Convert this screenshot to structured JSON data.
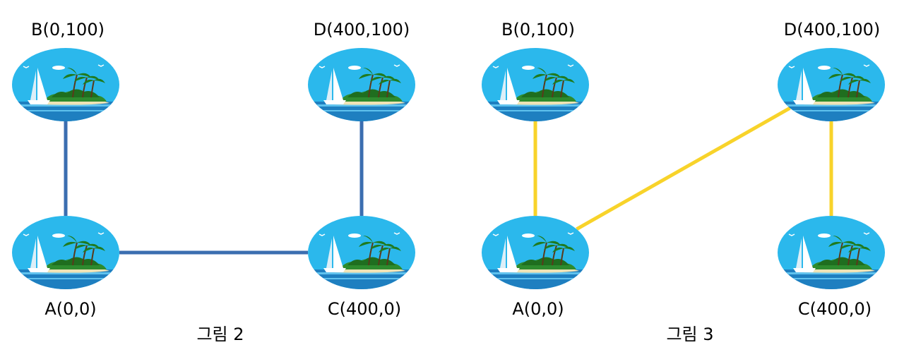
{
  "colors": {
    "figure2_edge": "#3B6EB0",
    "figure3_edge": "#F8D32A",
    "sky": "#2BB8EC",
    "sea": "#1E7FC0",
    "island": "#2E8B2E",
    "sand": "#EFE3B5"
  },
  "figures": [
    {
      "caption": "그림 2",
      "nodes": [
        {
          "id": "B",
          "label": "B(0,100)"
        },
        {
          "id": "D",
          "label": "D(400,100)"
        },
        {
          "id": "A",
          "label": "A(0,0)"
        },
        {
          "id": "C",
          "label": "C(400,0)"
        }
      ],
      "edges": [
        [
          "A",
          "B"
        ],
        [
          "A",
          "C"
        ],
        [
          "C",
          "D"
        ]
      ]
    },
    {
      "caption": "그림 3",
      "nodes": [
        {
          "id": "B",
          "label": "B(0,100)"
        },
        {
          "id": "D",
          "label": "D(400,100)"
        },
        {
          "id": "A",
          "label": "A(0,0)"
        },
        {
          "id": "C",
          "label": "C(400,0)"
        }
      ],
      "edges": [
        [
          "A",
          "B"
        ],
        [
          "A",
          "D"
        ],
        [
          "C",
          "D"
        ]
      ]
    }
  ]
}
